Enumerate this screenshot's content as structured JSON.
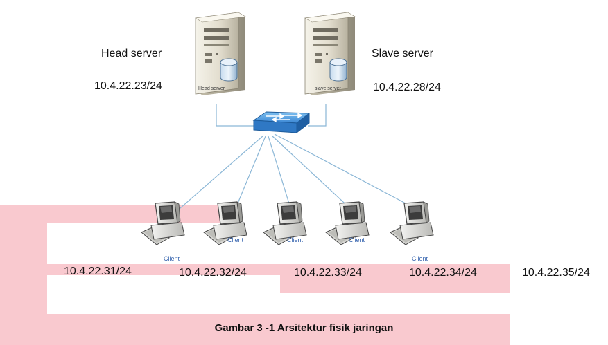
{
  "servers": {
    "head": {
      "title": "Head server",
      "ip": "10.4.22.23/24",
      "case_label": "Head server"
    },
    "slave": {
      "title": "Slave server",
      "ip": "10.4.22.28/24",
      "case_label": "slave server"
    }
  },
  "clients": [
    {
      "label": "Client",
      "ip": "10.4.22.31/24"
    },
    {
      "label": "Client",
      "ip": "10.4.22.32/24"
    },
    {
      "label": "Client",
      "ip": "10.4.22.33/24"
    },
    {
      "label": "Client",
      "ip": "10.4.22.34/24"
    },
    {
      "label": "Client",
      "ip": "10.4.22.35/24"
    }
  ],
  "caption": "Gambar 3 -1 Arsitektur fisik jaringan",
  "colors": {
    "watermark": "#f9c9cf",
    "link": "#8ab6d6",
    "switch": "#3a86d4",
    "client_label": "#3a67b0"
  }
}
